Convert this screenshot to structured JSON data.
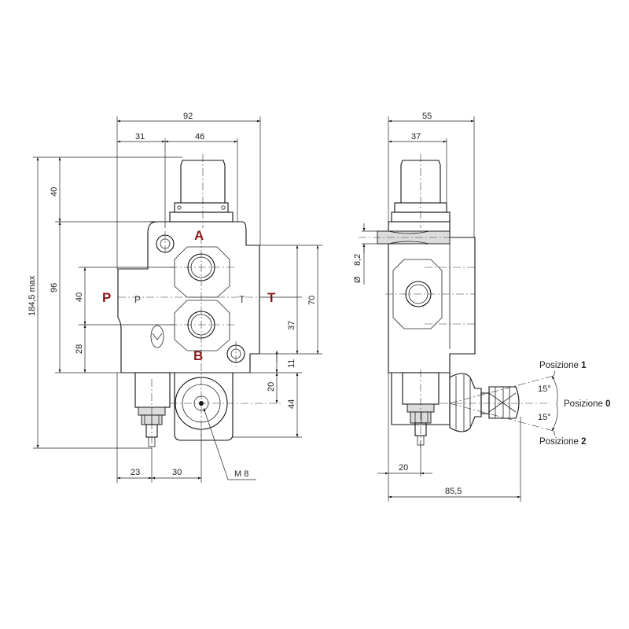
{
  "ports": {
    "A": "A",
    "B": "B",
    "P": "P",
    "T": "T",
    "p_small": "P",
    "t_small": "T"
  },
  "dimensions": {
    "front_width": "92",
    "front_left": "31",
    "front_center": "46",
    "front_overall_height": "184,5 max",
    "front_top_cap": "40",
    "front_body": "96",
    "front_port_spacing": "40",
    "front_bottom_port": "28",
    "right_70": "70",
    "right_37": "37",
    "right_11": "11",
    "right_20": "20",
    "right_44": "44",
    "bottom_23": "23",
    "bottom_30": "30",
    "thread": "M 8",
    "side_width": "55",
    "side_inner": "37",
    "side_bore": "8,2",
    "side_diameter": "Ø",
    "side_bottom_20": "20",
    "side_overall": "85,5"
  },
  "positions": {
    "pos1_label": "Posizione",
    "pos1_num": "1",
    "pos0_label": "Posizione",
    "pos0_num": "0",
    "pos2_label": "Posizione",
    "pos2_num": "2",
    "angle_up": "15°",
    "angle_down": "15°"
  }
}
